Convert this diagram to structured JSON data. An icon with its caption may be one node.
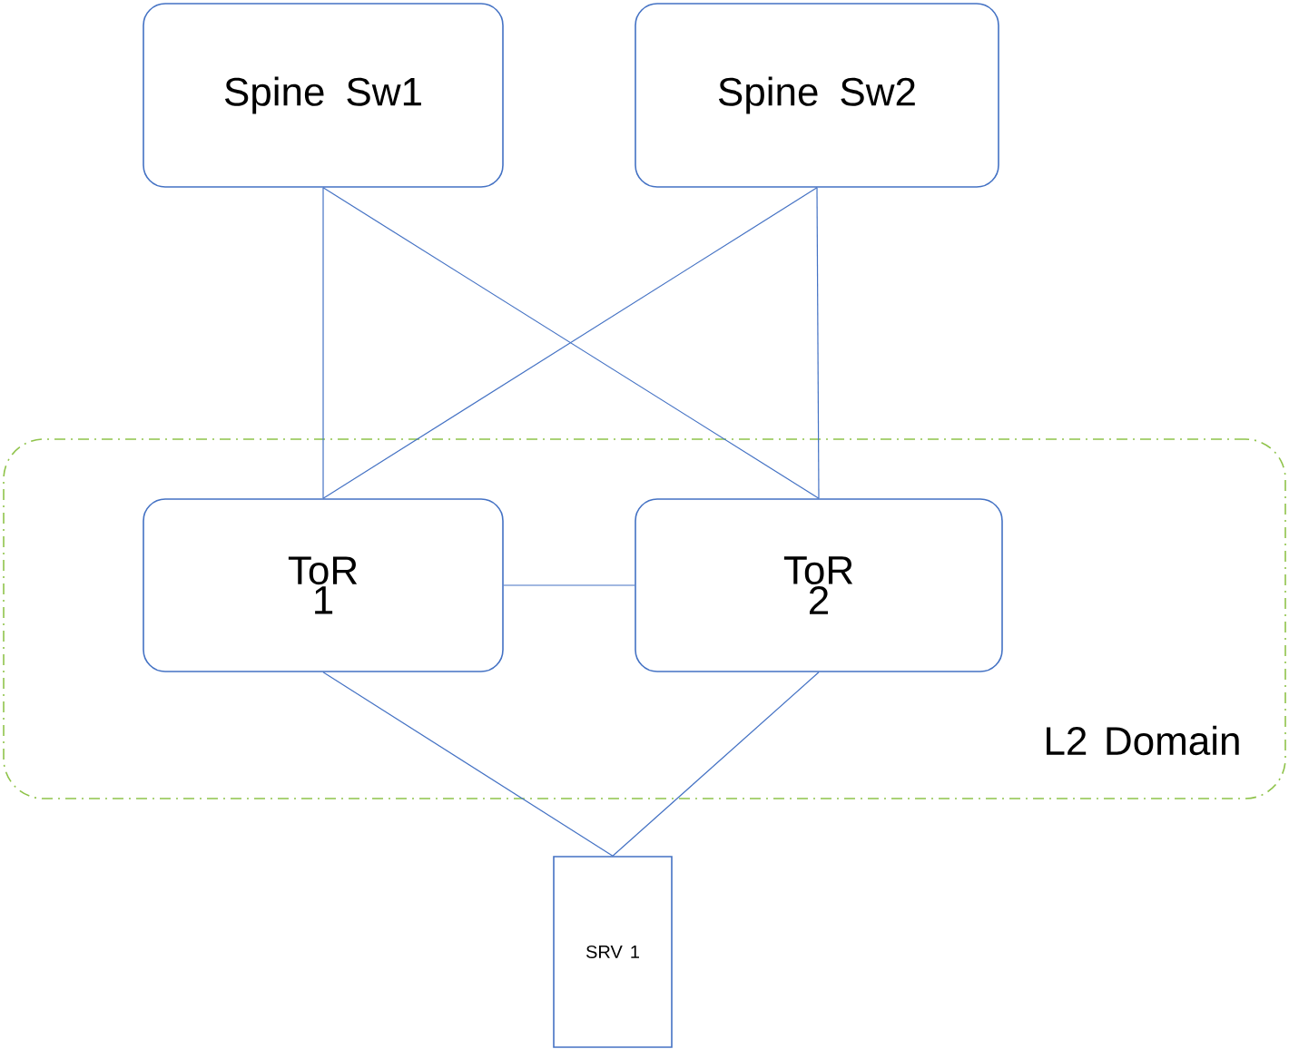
{
  "diagram": {
    "nodes": [
      {
        "text": [
          "Spine Sw1"
        ]
      },
      {
        "text": [
          "Spine Sw2"
        ]
      },
      {
        "text": [
          "L2 Domain"
        ]
      },
      {
        "text": [
          "ToR 1"
        ],
        "in": 2
      },
      {
        "text": [
          "ToR 2"
        ],
        "in": 2
      },
      {
        "text": [
          "SRV 1"
        ]
      }
    ],
    "edges": [
      {
        "from": 0,
        "to": 3,
        "arrow": "none"
      },
      {
        "from": 0,
        "to": 4,
        "arrow": "none"
      },
      {
        "from": 1,
        "to": 3,
        "arrow": "none"
      },
      {
        "from": 1,
        "to": 4,
        "arrow": "none"
      },
      {
        "from": 3,
        "to": 4,
        "arrow": "none"
      },
      {
        "from": 3,
        "to": 5,
        "arrow": "none"
      },
      {
        "from": 4,
        "to": 5,
        "arrow": "none"
      }
    ]
  }
}
